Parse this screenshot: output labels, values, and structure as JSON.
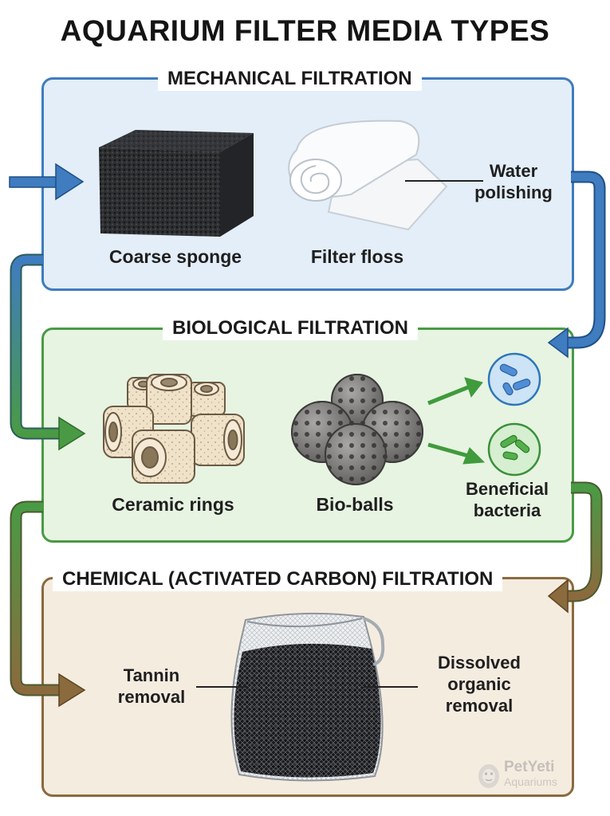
{
  "title": "AQUARIUM FILTER MEDIA TYPES",
  "sections": {
    "mechanical": {
      "title": "MECHANICAL FILTRATION",
      "items": [
        {
          "label": "Coarse sponge",
          "icon": "sponge-icon"
        },
        {
          "label": "Filter floss",
          "icon": "filter-floss-icon"
        }
      ],
      "note_lines": [
        "Water",
        "polishing"
      ]
    },
    "biological": {
      "title": "BIOLOGICAL FILTRATION",
      "items": [
        {
          "label": "Ceramic rings",
          "icon": "ceramic-rings-icon"
        },
        {
          "label": "Bio-balls",
          "icon": "bio-balls-icon"
        }
      ],
      "note_lines": [
        "Beneficial",
        "bacteria"
      ]
    },
    "chemical": {
      "title": "CHEMICAL (ACTIVATED CARBON) FILTRATION",
      "media_icon": "activated-carbon-bag-icon",
      "left_note_lines": [
        "Tannin",
        "removal"
      ],
      "right_note_lines": [
        "Dissolved",
        "organic",
        "removal"
      ]
    }
  },
  "watermark": {
    "brand": "PetYeti",
    "sub": "Aquariums",
    "icon": "yeti-logo-icon"
  },
  "colors": {
    "mechanical": "#3f7cc0",
    "biological": "#4a9a45",
    "chemical": "#8b6a3d",
    "mechanical_bg": "#e3eef9",
    "biological_bg": "#e7f4e2",
    "chemical_bg": "#f5ece0"
  }
}
